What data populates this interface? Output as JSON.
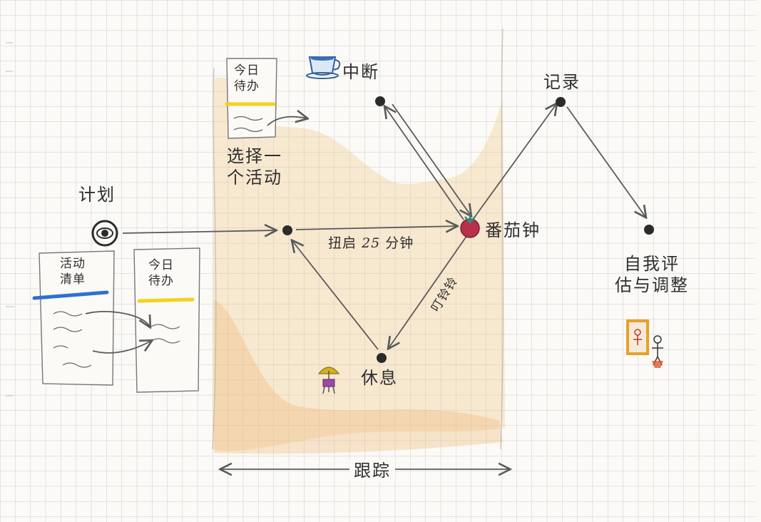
{
  "colors": {
    "paper": "#fbfaf6",
    "grid": "#c9ccd2",
    "ink": "#555555",
    "wash": "#f2c58a",
    "highlight_yellow": "#f4d21f",
    "highlight_blue": "#2e6fd6",
    "tomato": "#b8304a",
    "leaf": "#2f8f77"
  },
  "labels": {
    "plan": "计划",
    "select_activity": [
      "选择一",
      "个活动"
    ],
    "interrupt": "中断",
    "record": "记录",
    "pomodoro": "番茄钟",
    "start_prefix": "扭启",
    "start_minutes": "25",
    "start_suffix": "分钟",
    "ring": "叮铃铃",
    "rest": "休息",
    "self_assess": [
      "自我评",
      "估与调整"
    ],
    "tracking": "跟踪"
  },
  "cards": {
    "activity_list": [
      "活动",
      "清单"
    ],
    "today_todo_main": [
      "今日",
      "待办"
    ],
    "today_todo_small": [
      "今日",
      "待办"
    ]
  },
  "icons": {
    "plan": "eye-icon",
    "interrupt": "teacup-icon",
    "pomodoro": "tomato-icon",
    "rest": "beach-umbrella-icon",
    "self_assess": "mirror-icon"
  }
}
